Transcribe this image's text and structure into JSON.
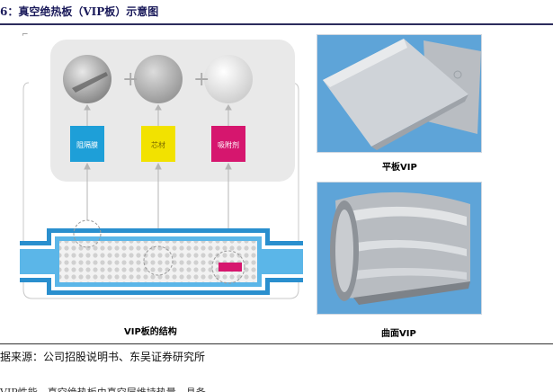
{
  "figure": {
    "title": "6：真空绝热板（VIP板）示意图",
    "diagram": {
      "caption": "VIP板的结构",
      "components": [
        {
          "label": "阻隔膜",
          "color": "#1e9fd8"
        },
        {
          "label": "芯材",
          "color": "#f2e200"
        },
        {
          "label": "吸附剂",
          "color": "#d6166e"
        }
      ],
      "plus_sign": "+"
    },
    "photo_flat_caption": "平板VIP",
    "photo_curved_caption": "曲面VIP"
  },
  "source": "据来源：公司招股说明书、东吴证券研究所",
  "partial_text": "VIP性能，真空绝热板由真空层维持热量，具备……"
}
